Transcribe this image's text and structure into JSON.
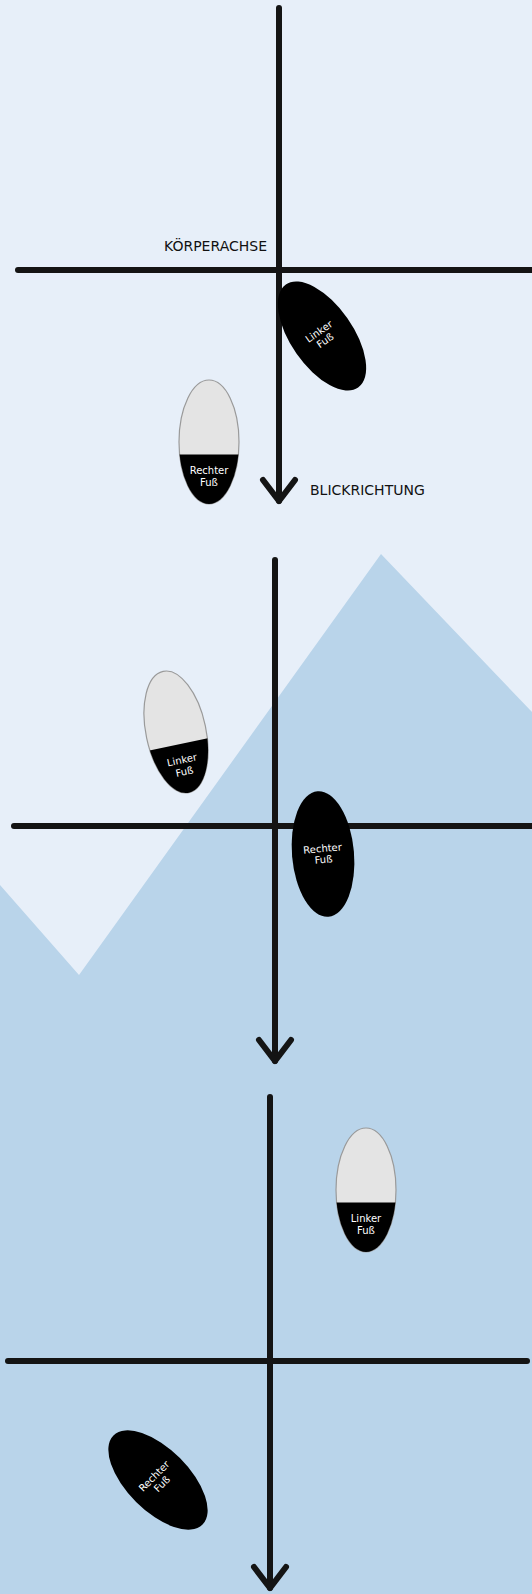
{
  "diagram": {
    "nodes": [
      {
        "text": [
          "Linker Fuß"
        ]
      },
      {
        "text": [
          "Rechter Fuß"
        ]
      },
      {
        "text": [
          "Linker Fuß"
        ]
      },
      {
        "text": [
          "Rechter Fuß"
        ]
      },
      {
        "text": [
          "Linker Fuß"
        ]
      },
      {
        "text": [
          "Rechter Fuß"
        ]
      }
    ],
    "labels": [
      "KÖRPERACHSE",
      "BLICKRICHTUNG"
    ]
  }
}
